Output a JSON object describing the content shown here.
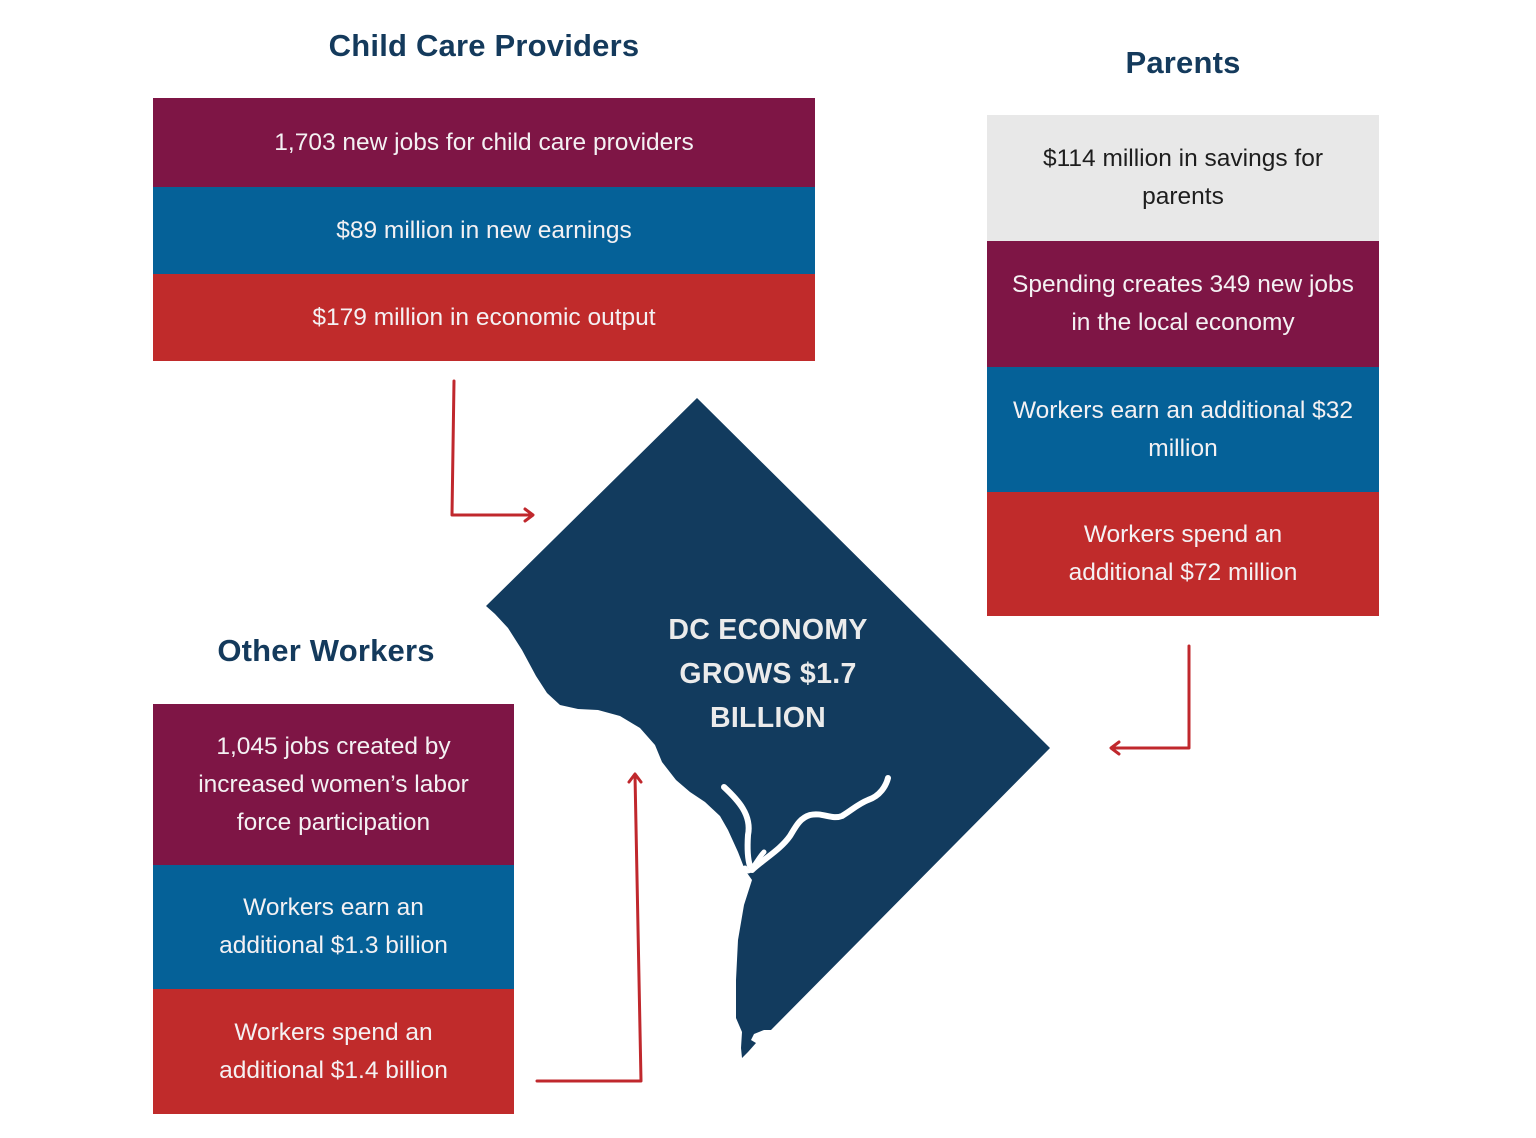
{
  "colors": {
    "heading": "#143a5c",
    "purple": "#7e1545",
    "blue": "#056198",
    "red": "#c02b2b",
    "gray": "#e8e8e8",
    "map": "#123b5e",
    "arrow": "#c0282d"
  },
  "child_care_providers": {
    "title": "Child Care Providers",
    "items": [
      {
        "text": "1,703 new jobs for child care providers",
        "color": "purple"
      },
      {
        "text": "$89 million in new earnings",
        "color": "blue"
      },
      {
        "text": "$179 million in economic output",
        "color": "red"
      }
    ]
  },
  "parents": {
    "title": "Parents",
    "items": [
      {
        "text": "$114 million in savings for parents",
        "color": "gray"
      },
      {
        "text": "Spending creates 349 new jobs in the local economy",
        "color": "purple"
      },
      {
        "text": "Workers earn an additional $32 million",
        "color": "blue"
      },
      {
        "text": "Workers spend an additional $72 million",
        "color": "red"
      }
    ]
  },
  "other_workers": {
    "title": "Other Workers",
    "items": [
      {
        "text": "1,045 jobs created by increased women’s labor force participation",
        "color": "purple"
      },
      {
        "text": "Workers earn an additional $1.3 billion",
        "color": "blue"
      },
      {
        "text": "Workers spend an additional $1.4 billion",
        "color": "red"
      }
    ]
  },
  "center": {
    "label": "DC ECONOMY GROWS $1.7 BILLION",
    "icon": "dc-map-shape"
  },
  "arrows": [
    {
      "from": "child_care_providers",
      "to": "center",
      "icon": "arrow-right-icon"
    },
    {
      "from": "parents",
      "to": "center",
      "icon": "arrow-left-icon"
    },
    {
      "from": "other_workers",
      "to": "center",
      "icon": "arrow-up-icon"
    }
  ]
}
